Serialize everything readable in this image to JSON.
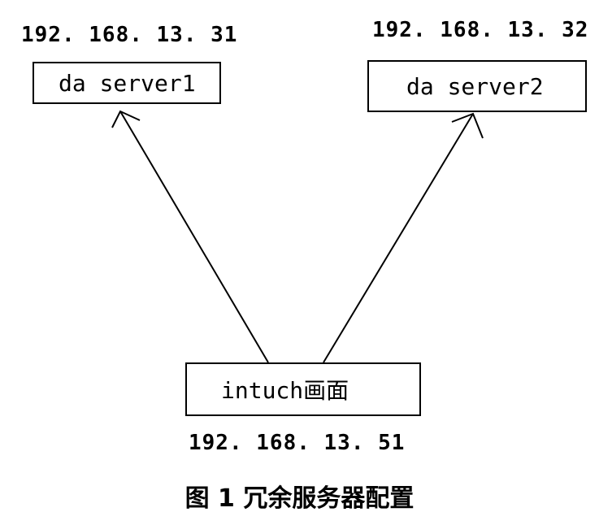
{
  "nodes": {
    "server1": {
      "label": "da server1",
      "ip": "192. 168. 13. 31"
    },
    "server2": {
      "label": "da server2",
      "ip": "192. 168. 13. 32"
    },
    "client": {
      "label": "intuch画面",
      "ip": "192. 168. 13. 51"
    }
  },
  "caption": "图 1   冗余服务器配置"
}
